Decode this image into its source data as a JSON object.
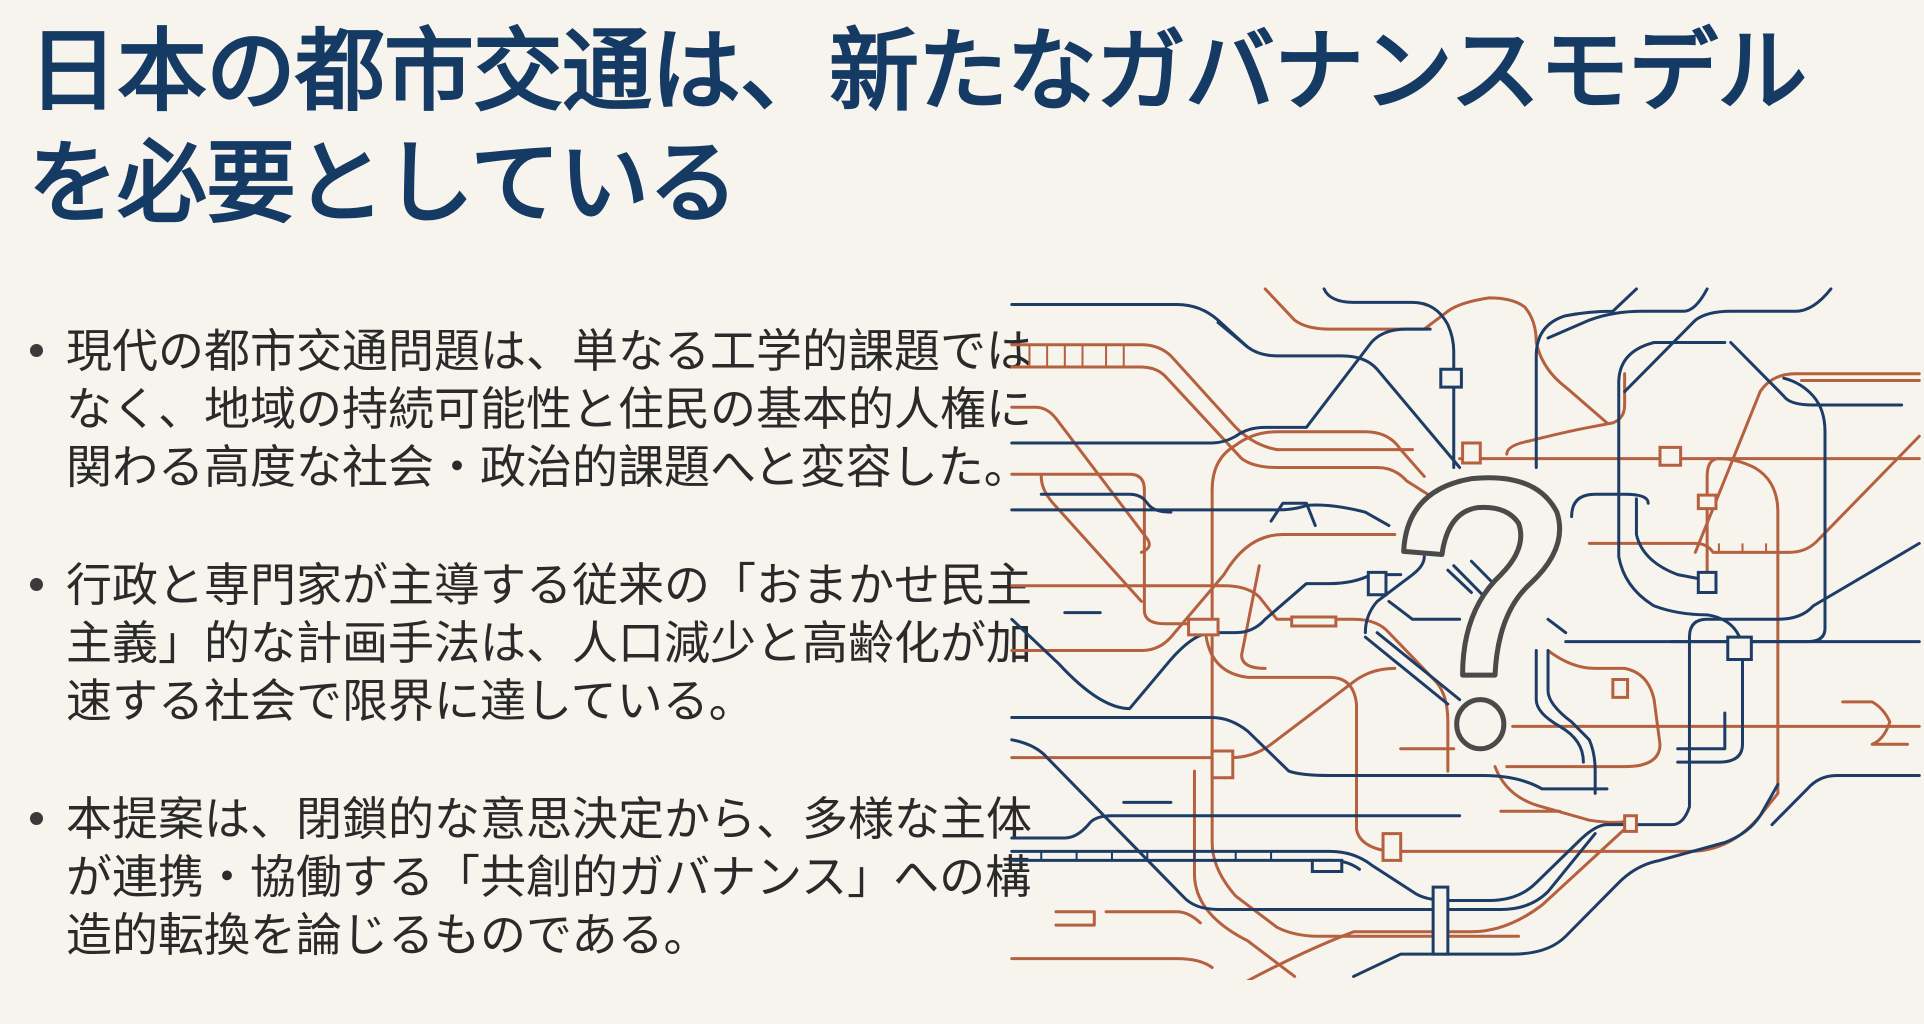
{
  "title": {
    "line1": "日本の都市交通は、新たなガバナンスモデル",
    "line2": "を必要としている"
  },
  "bullets": [
    {
      "lines": [
        "現代の都市交通問題は、単なる工学的課題では",
        "なく、地域の持続可能性と住民の基本的人権に",
        "関わる高度な社会・政治的課題へと変容した。"
      ]
    },
    {
      "lines": [
        "行政と専門家が主導する従来の「おまかせ民主",
        "主義」的な計画手法は、人口減少と高齢化が加",
        "速する社会で限界に達している。"
      ]
    },
    {
      "lines": [
        "本提案は、閉鎖的な意思決定から、多様な主体",
        "が連携・協働する「共創的ガバナンス」への構",
        "造的転換を論じるものである。"
      ]
    }
  ],
  "illustration": {
    "icon": "question-mark-over-transit-map-icon",
    "colors": {
      "orange_line": "#b5603e",
      "navy_line": "#1d3d66",
      "question_mark": "#4a4a48",
      "background": "#f7f4ee",
      "title": "#153a63"
    }
  }
}
